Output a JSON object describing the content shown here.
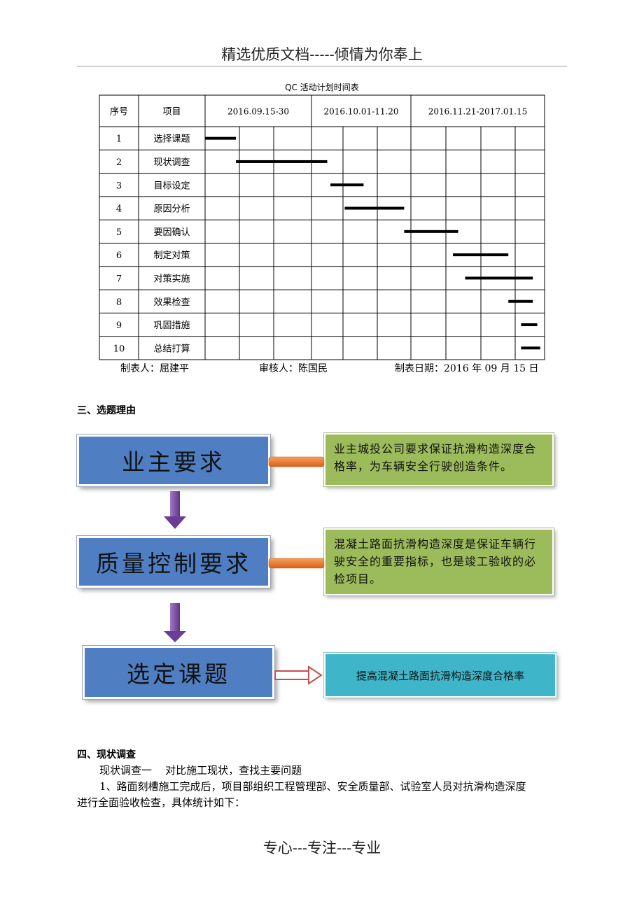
{
  "header": {
    "title": "精选优质文档-----倾情为你奉上"
  },
  "gantt": {
    "title": "QC 活动计划时间表",
    "columns": {
      "seq": "序号",
      "item": "项目"
    },
    "periods": [
      "2016.09.15-30",
      "2016.10.01-11.20",
      "2016.11.21-2017.01.15"
    ],
    "rows": [
      {
        "seq": "1",
        "item": "选择课题",
        "start": 0.0,
        "end": 0.9
      },
      {
        "seq": "2",
        "item": "现状调查",
        "start": 0.9,
        "end": 3.5
      },
      {
        "seq": "3",
        "item": "目标设定",
        "start": 3.6,
        "end": 4.6
      },
      {
        "seq": "4",
        "item": "原因分析",
        "start": 4.05,
        "end": 5.8
      },
      {
        "seq": "5",
        "item": "要因确认",
        "start": 5.8,
        "end": 7.35
      },
      {
        "seq": "6",
        "item": "制定对策",
        "start": 7.2,
        "end": 8.8
      },
      {
        "seq": "7",
        "item": "对策实施",
        "start": 7.55,
        "end": 9.6
      },
      {
        "seq": "8",
        "item": "效果检查",
        "start": 8.8,
        "end": 9.6
      },
      {
        "seq": "9",
        "item": "巩固措施",
        "start": 9.2,
        "end": 9.75
      },
      {
        "seq": "10",
        "item": "总结打算",
        "start": 9.2,
        "end": 9.85
      }
    ],
    "footer": {
      "maker": "制表人：屈建平",
      "reviewer": "审核人：陈国民",
      "date": "制表日期：2016 年 09 月 15 日"
    }
  },
  "section3": {
    "heading": "三、选题理由",
    "flow": [
      {
        "box": "业主要求",
        "note": "业主城投公司要求保证抗滑构造深度合格率，为车辆安全行驶创造条件。"
      },
      {
        "box": "质量控制要求",
        "note": "混凝土路面抗滑构造深度是保证车辆行驶安全的重要指标，也是竣工验收的必检项目。"
      },
      {
        "box": "选定课题",
        "note": "提高混凝土路面抗滑构造深度合格率"
      }
    ],
    "colors": {
      "blue": "#4f7fc2",
      "green": "#9cbb5a",
      "teal": "#3fb5c9",
      "orange": "#e8741f",
      "purple": "#7a4aa0",
      "red": "#c0504d"
    }
  },
  "section4": {
    "heading": "四、现状调查",
    "line1": "现状调查一    对比施工现状，查找主要问题",
    "line2": "1、路面刻槽施工完成后，项目部组织工程管理部、安全质量部、试验室人员对抗滑构造深度",
    "line3": "进行全面验收检查，具体统计如下："
  },
  "footer": {
    "text": "专心---专注---专业"
  }
}
